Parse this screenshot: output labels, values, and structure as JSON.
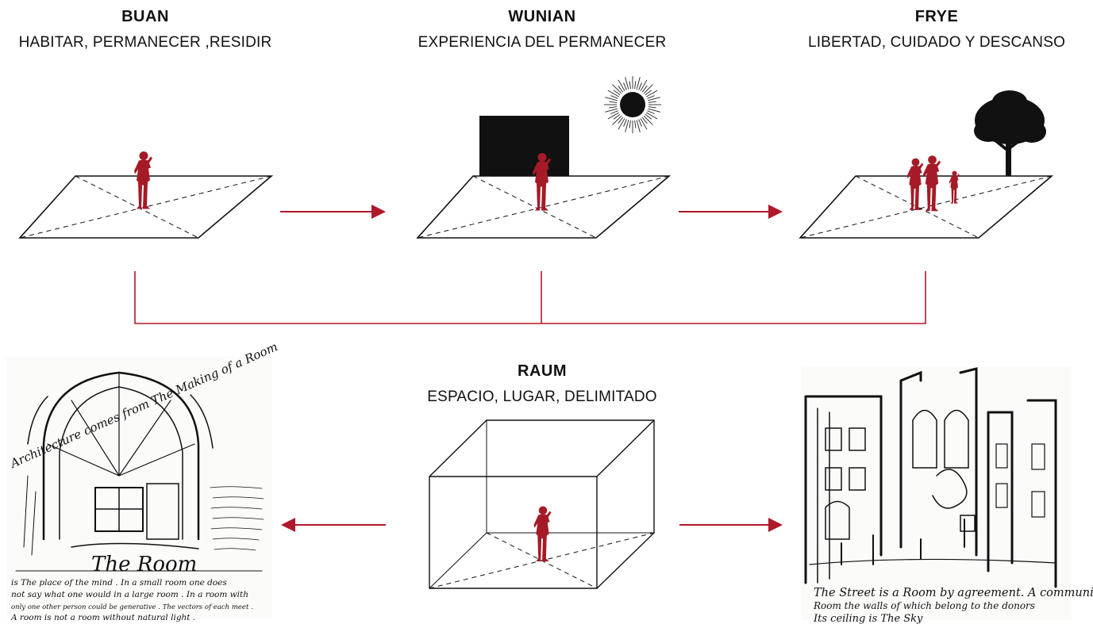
{
  "concepts": {
    "buan": {
      "title": "BUAN",
      "subtitle": "HABITAR, PERMANECER ,RESIDIR"
    },
    "wunian": {
      "title": "WUNIAN",
      "subtitle": "EXPERIENCIA DEL PERMANECER"
    },
    "frye": {
      "title": "FRYE",
      "subtitle": "LIBERTAD, CUIDADO Y DESCANSO"
    },
    "raum": {
      "title": "RAUM",
      "subtitle": "ESPACIO, LUGAR, DELIMITADO"
    }
  },
  "sketch_left": {
    "headline": "Architecture comes from The Making of a Room",
    "caption": "The Room",
    "notes": [
      "is The place of the mind . In a small room one does",
      "not say what one would in a large room . In a room with",
      "only one other person could be generative . The vectors of each meet .",
      "A room is not a room without natural light ."
    ]
  },
  "sketch_right": {
    "line1": "The Street is a Room by agreement. A community",
    "line2": "Room the walls of which belong to the donors",
    "line3": "Its ceiling is The Sky"
  },
  "colors": {
    "accent": "#b0192a",
    "figure": "#a51a26",
    "ink": "#111111"
  },
  "icons": [
    "person-icon",
    "family-icon",
    "sun-icon",
    "tree-icon",
    "arrow-right-icon",
    "arrow-left-icon"
  ]
}
